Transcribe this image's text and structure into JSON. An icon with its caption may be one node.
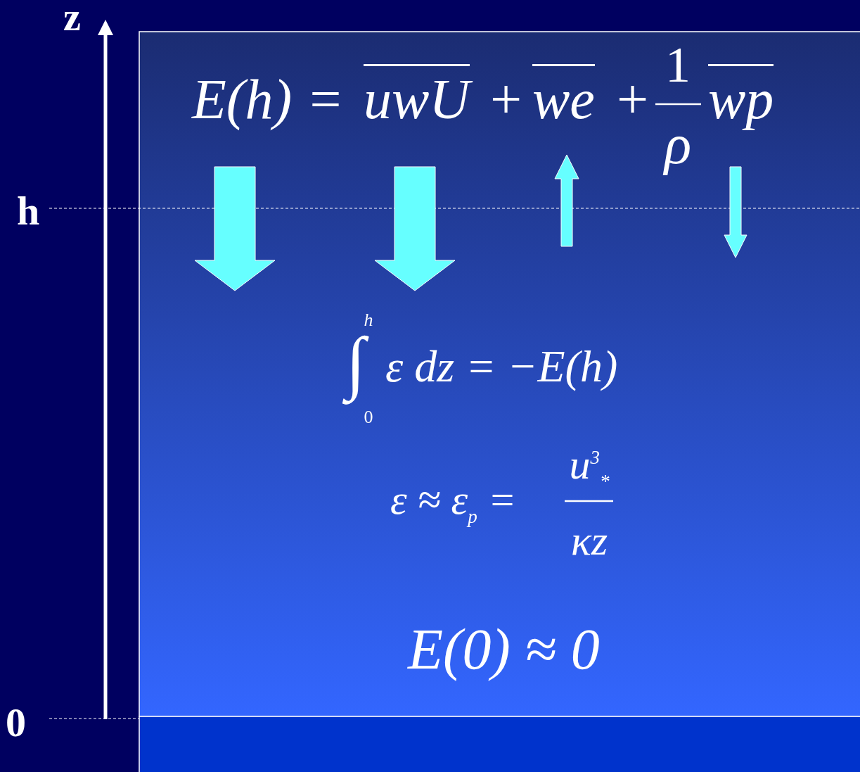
{
  "diagram": {
    "labels": [
      "z",
      "E(h) =",
      "uwU",
      "+",
      "we",
      "+",
      "1",
      "ρ",
      "wp",
      "h",
      "h",
      "∫",
      "ε dz = −E(h)",
      "0",
      "ε ≈ ε$_{p}$ =",
      "u$^{3}$$_{*}$",
      "κz",
      "E(0) ≈ 0",
      "0"
    ]
  }
}
